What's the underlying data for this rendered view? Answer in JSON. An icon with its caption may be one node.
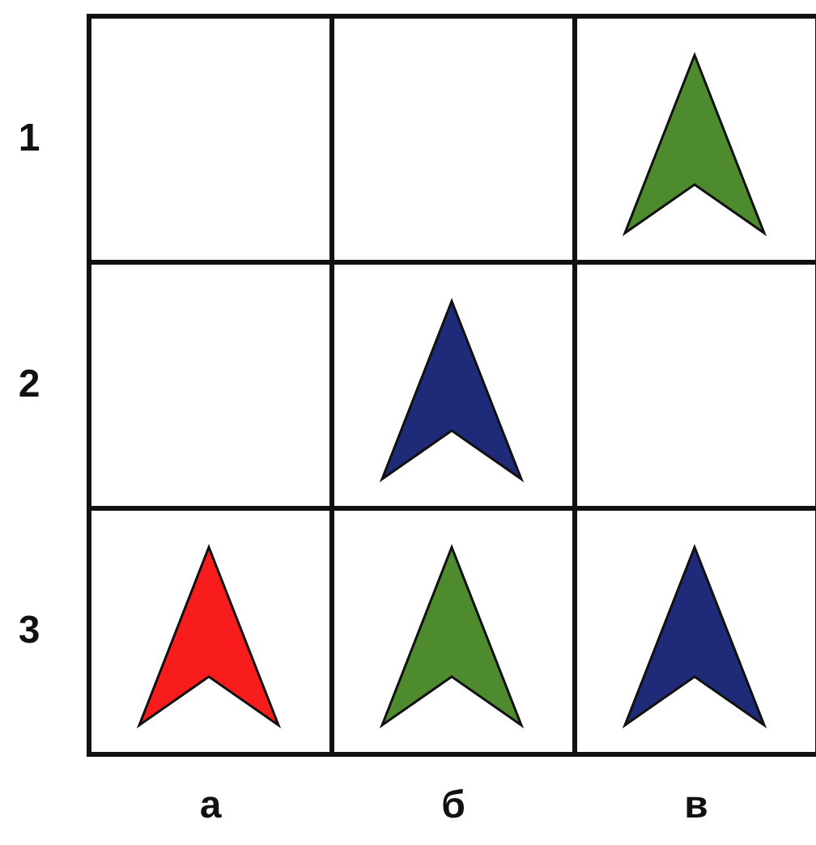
{
  "diagram": {
    "labels": [
      "1",
      "2",
      "3",
      "а",
      "б",
      "в"
    ]
  }
}
